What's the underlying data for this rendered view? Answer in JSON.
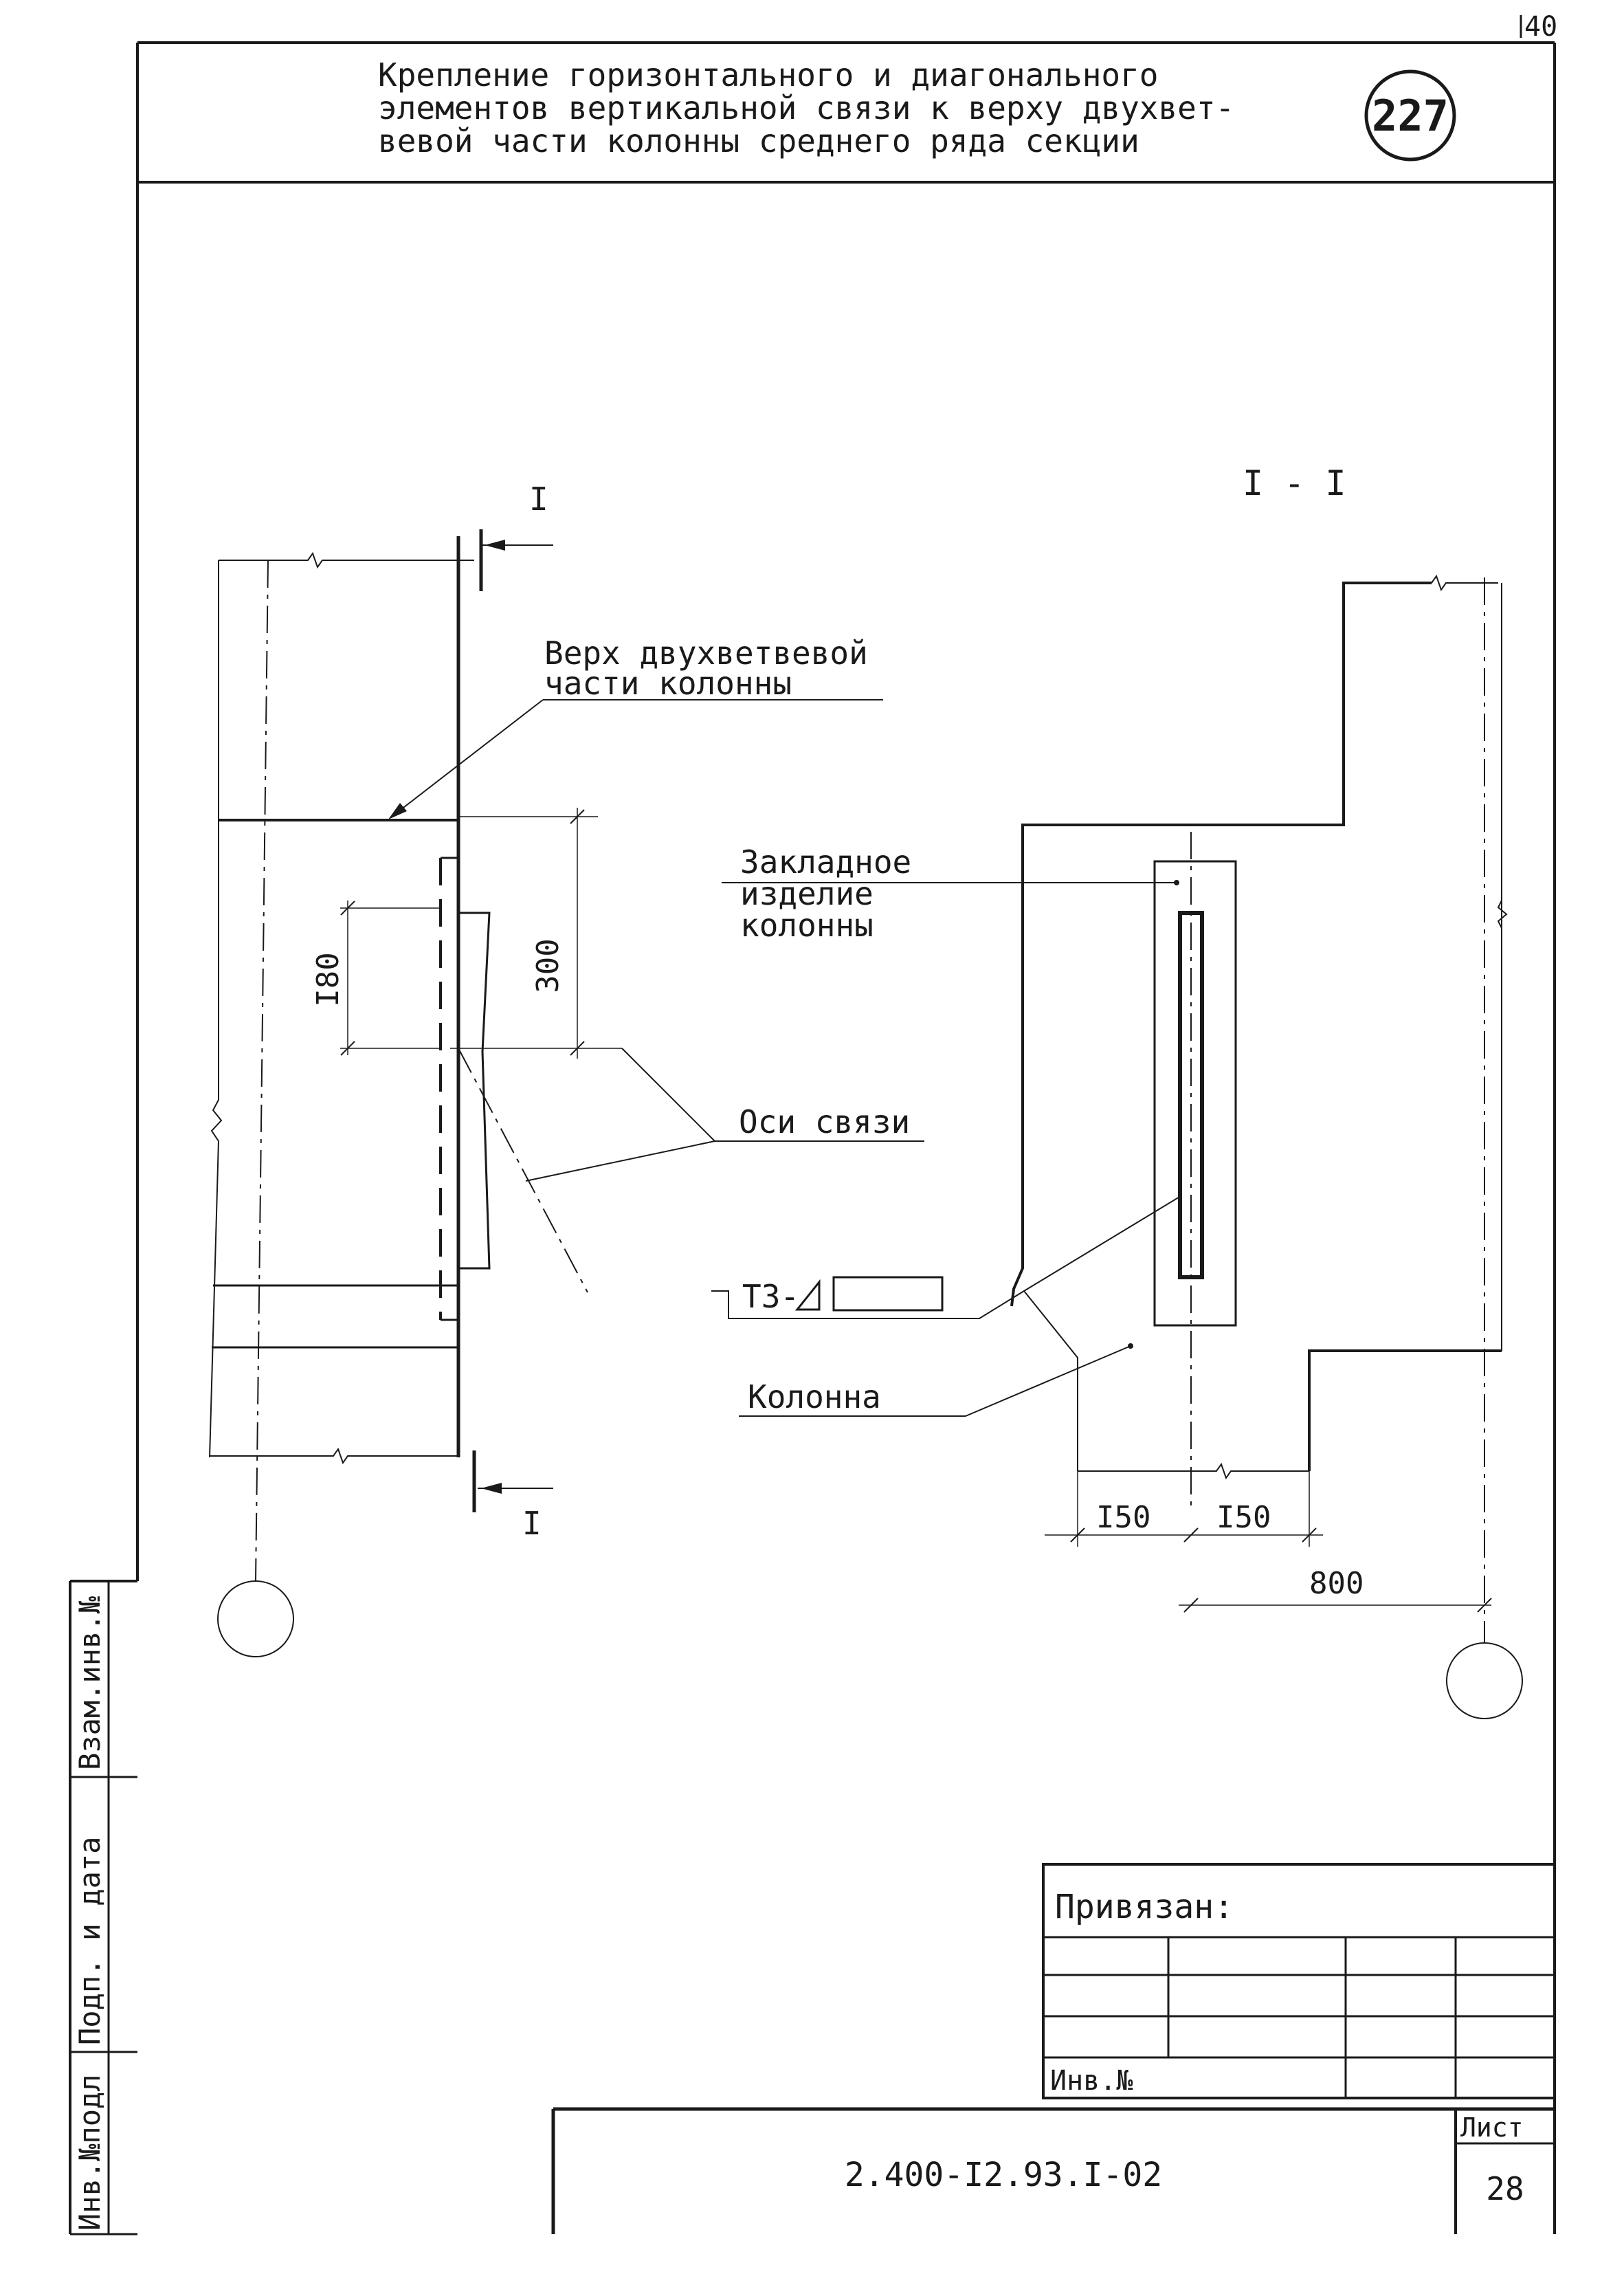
{
  "sheet_corner_number": "40",
  "header": {
    "title_lines": [
      "Крепление горизонтального и диагонального",
      "элементов вертикальной связи к верху двухвет-",
      "вевой части колонны среднего ряда секции"
    ],
    "detail_number": "227"
  },
  "drawing": {
    "section_mark_top": "I",
    "section_mark_bottom": "I",
    "section_title": "I - I",
    "labels": {
      "top_of_column_line1": "Верх двухветвевой",
      "top_of_column_line2": "части колонны",
      "embedded_line1": "Закладное",
      "embedded_line2": "изделие",
      "embedded_line3": "колонны",
      "brace_axes": "Оси связи",
      "weld": "Т3-",
      "column": "Колонна"
    },
    "dimensions": {
      "d300": "300",
      "d180": "I80",
      "d150_left": "I50",
      "d150_right": "I50",
      "d800": "800"
    }
  },
  "side_stamp": {
    "cells": [
      "Взам.инв.№",
      "Подп. и дата",
      "Инв.№подл"
    ]
  },
  "binding_table": {
    "title": "Привязан:",
    "inv_label": "Инв.№"
  },
  "title_block": {
    "document_code": "2.400-I2.93.I-02",
    "sheet_label": "Лист",
    "sheet_number": "28"
  }
}
